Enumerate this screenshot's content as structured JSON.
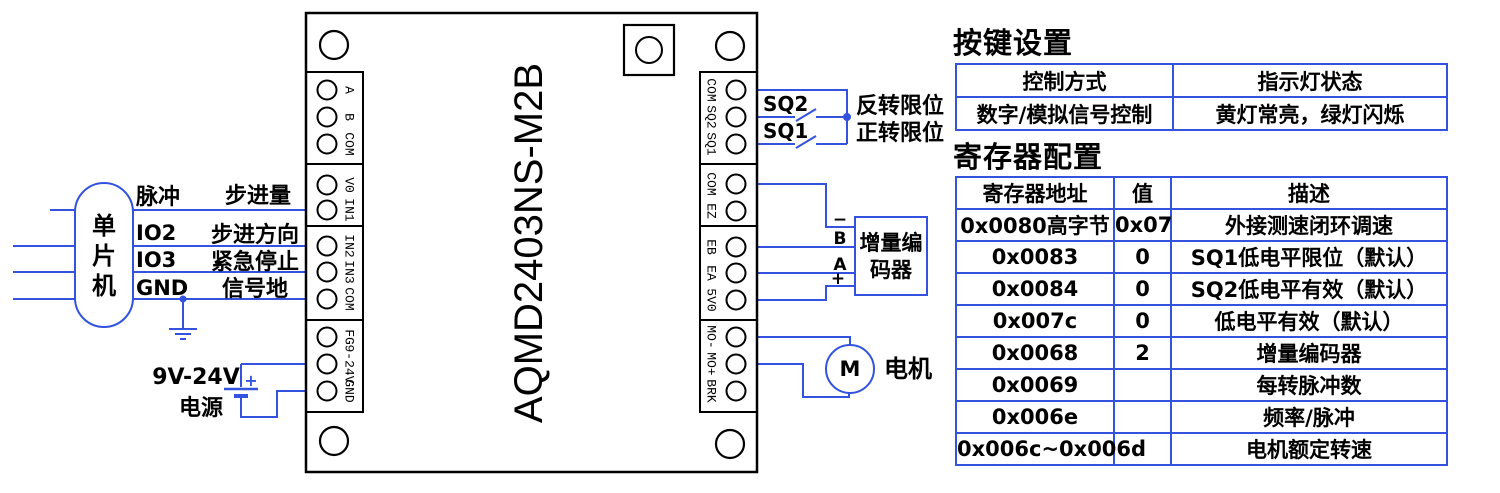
{
  "colors": {
    "wire": "#3353de",
    "ink": "#000000"
  },
  "mcu": {
    "chars": [
      "单",
      "片",
      "机"
    ]
  },
  "pins": [
    {
      "pin": "脉冲",
      "signal": "步进量"
    },
    {
      "pin": "IO2",
      "signal": "步进方向"
    },
    {
      "pin": "IO3",
      "signal": "紧急停止"
    },
    {
      "pin": "GND",
      "signal": "信号地"
    }
  ],
  "power": {
    "range": "9V-24V",
    "label": "电源",
    "plus": "+"
  },
  "chip": {
    "name": "AQMD2403NS-M2B"
  },
  "terminals": {
    "left": [
      "A",
      "B",
      "COM",
      "V0",
      "IN1",
      "IN2",
      "IN3",
      "COM",
      "FG",
      "9-24V",
      "GND"
    ],
    "right": [
      "COM",
      "SQ2",
      "SQ1",
      "COM",
      "EZ",
      "EB",
      "EA",
      "5V0",
      "MO-",
      "MO+",
      "BRK"
    ]
  },
  "limit_switches": {
    "sq2": "SQ2",
    "sq1": "SQ1",
    "sq2_desc": "反转限位",
    "sq1_desc": "正转限位"
  },
  "encoder": {
    "name_line1": "增量编",
    "name_line2": "码器",
    "ports": [
      "−",
      "B",
      "A",
      "+"
    ]
  },
  "motor": {
    "symbol": "M",
    "label": "电机"
  },
  "button_table": {
    "title": "按键设置",
    "headers": [
      "控制方式",
      "指示灯状态"
    ],
    "row": [
      "数字/模拟信号控制",
      "黄灯常亮，绿灯闪烁"
    ]
  },
  "register_table": {
    "title": "寄存器配置",
    "headers": [
      "寄存器地址",
      "值",
      "描述"
    ],
    "rows": [
      [
        "0x0080高字节",
        "0x07",
        "外接测速闭环调速"
      ],
      [
        "0x0083",
        "0",
        "SQ1低电平限位（默认）"
      ],
      [
        "0x0084",
        "0",
        "SQ2低电平有效（默认）"
      ],
      [
        "0x007c",
        "0",
        "低电平有效（默认）"
      ],
      [
        "0x0068",
        "2",
        "增量编码器"
      ],
      [
        "0x0069",
        "",
        "每转脉冲数"
      ],
      [
        "0x006e",
        "",
        "频率/脉冲"
      ],
      [
        "0x006c~0x006d",
        "",
        "电机额定转速"
      ]
    ]
  }
}
